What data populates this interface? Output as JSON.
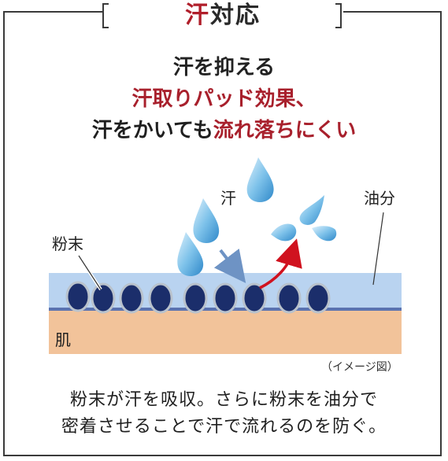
{
  "heading": {
    "accent": "汗",
    "rest": "対応"
  },
  "lead": {
    "line1": "汗を抑える",
    "line2": "汗取りパッド効果、",
    "line3_plain": "汗をかいても",
    "line3_red": "流れ落ちにくい"
  },
  "labels": {
    "sweat": "汗",
    "oil": "油分",
    "powder": "粉末",
    "skin": "肌"
  },
  "caption": "（イメージ図）",
  "bottom": {
    "line1": "粉末が汗を吸収。さらに粉末を油分で",
    "line2": "密着させることで汗で流れるのを防ぐ。"
  },
  "colors": {
    "accent_red": "#b01e2a",
    "oil_layer": "#b9d3f0",
    "skin_layer": "#f2c39a",
    "powder_particle": "#1b2e6b",
    "drop_blue": "#5aa6dc"
  }
}
